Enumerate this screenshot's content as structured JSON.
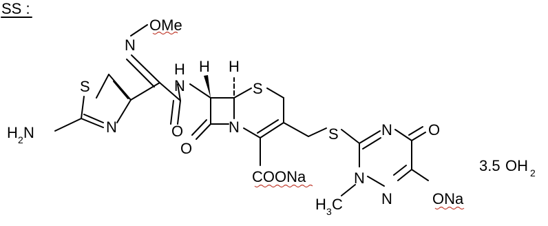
{
  "top_fragment": "SS :",
  "atoms": {
    "ome": "OMe",
    "n_oxime": "N",
    "s_thiazole": "S",
    "n_thiazole": "N",
    "h2n": "H",
    "h2n_sub": "2",
    "h2n_n": "N",
    "amide_h": "H",
    "amide_n": "N",
    "amide_o": "O",
    "h1": "H",
    "h2": "H",
    "s_ring": "S",
    "lactam_o": "O",
    "n_ring": "N",
    "coona": "COONa",
    "s_link": "S",
    "triazine_n1": "N",
    "triazine_n2": "N",
    "triazine_n3": "N",
    "triazine_o": "O",
    "ch3_h": "H",
    "ch3_sub": "3",
    "ch3_c": "C",
    "ona": "ONa"
  },
  "hydrate": {
    "count": "3.5",
    "formula": "OH",
    "sub": "2"
  },
  "colors": {
    "ink": "#000000",
    "spellcheck": "#c0392b"
  }
}
